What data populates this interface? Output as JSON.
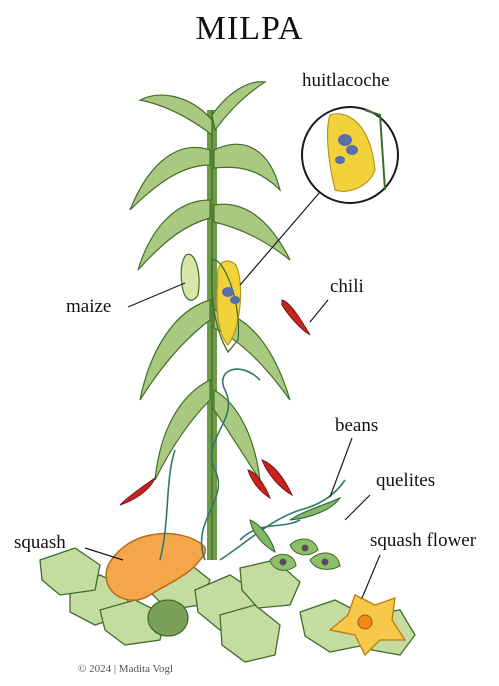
{
  "title": "MILPA",
  "labels": {
    "huitlacoche": "huitlacoche",
    "chili": "chili",
    "maize": "maize",
    "beans": "beans",
    "quelites": "quelites",
    "squash": "squash",
    "squash_flower": "squash flower"
  },
  "credit": "© 2024 | Madita Vogl",
  "colors": {
    "leaf": "#9fc07a",
    "leaf_dark": "#3f6e2a",
    "corn": "#f2d23a",
    "fungus": "#5a6ea8",
    "chili": "#c8231f",
    "squash": "#f5a64a",
    "flower": "#f7c94a",
    "vine": "#2f7a6a",
    "quelite": "#6a3a7a"
  }
}
